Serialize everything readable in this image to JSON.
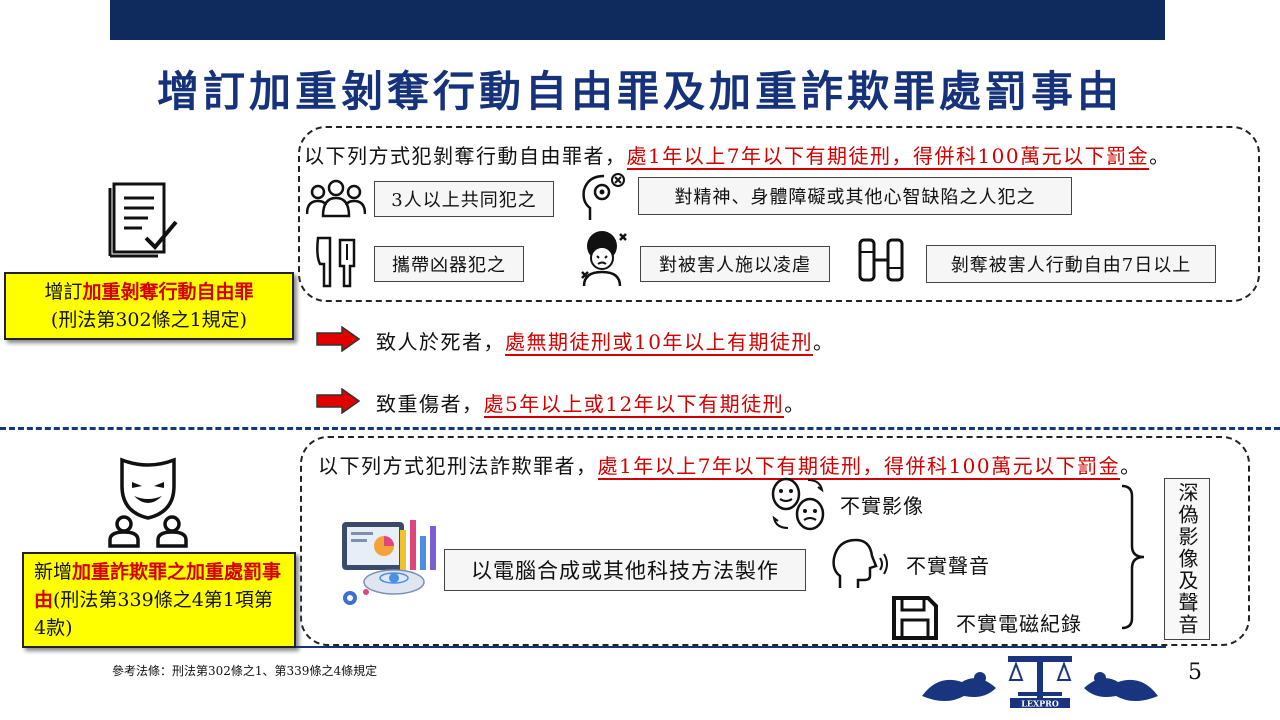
{
  "title": "增訂加重剝奪行動自由罪及加重詐欺罪處罰事由",
  "section1": {
    "intro_prefix": "以下列方式犯剝奪行動自由罪者，",
    "intro_penalty": "處1年以上7年以下有期徒刑，得併科100萬元以下罰金",
    "intro_suffix": "。",
    "items": [
      "3人以上共同犯之",
      "對精神、身體障礙或其他心智缺陷之人犯之",
      "攜帶凶器犯之",
      "對被害人施以凌虐",
      "剝奪被害人行動自由7日以上"
    ],
    "label_prefix": "增訂",
    "label_highlight": "加重剝奪行動自由罪",
    "label_ref": "(刑法第302條之1規定)",
    "death_prefix": "致人於死者，",
    "death_penalty": "處無期徒刑或10年以上有期徒刑",
    "death_suffix": "。",
    "injury_prefix": "致重傷者，",
    "injury_penalty": "處5年以上或12年以下有期徒刑",
    "injury_suffix": "。"
  },
  "section2": {
    "intro_prefix": "以下列方式犯刑法詐欺罪者，",
    "intro_penalty": "處1年以上7年以下有期徒刑，得併科100萬元以下罰金",
    "intro_suffix": "。",
    "method": "以電腦合成或其他科技方法製作",
    "outputs": [
      "不實影像",
      "不實聲音",
      "不實電磁紀錄"
    ],
    "summary": "深偽影像及聲音",
    "label_prefix": "新增",
    "label_highlight": "加重詐欺罪之加重處罰事由",
    "label_ref": "(刑法第339條之4第1項第4款)"
  },
  "footer": {
    "reference": "參考法條：刑法第302條之1、第339條之4條規定",
    "page_number": "5",
    "logo_text": "LEXPRO"
  },
  "colors": {
    "title": "#15327a",
    "bar": "#0f2a5c",
    "highlight": "#ffff00",
    "emphasis": "#d40000"
  }
}
